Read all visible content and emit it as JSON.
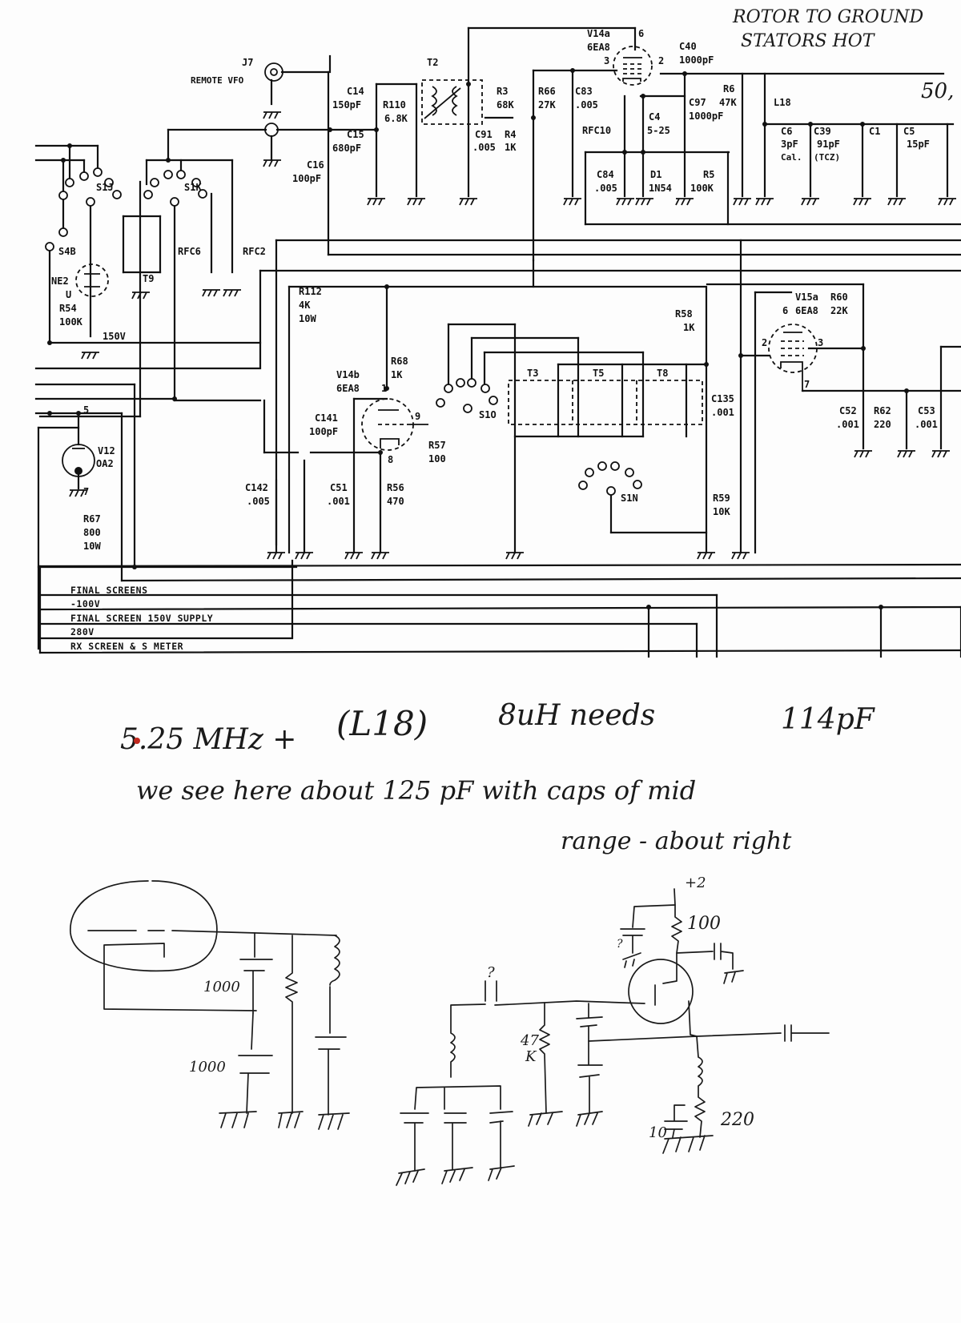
{
  "document": {
    "type": "scanned schematic with handwritten notes",
    "handwritten_top_note": {
      "line1": "ROTOR TO GROUND",
      "line2": "STATORS HOT"
    },
    "handwritten_corner": "50,",
    "notes": {
      "line1_a": "5.25 MHz +",
      "line1_b": "(L18)",
      "line1_c": "8uH needs",
      "line1_d": "114pF",
      "line2": "we see here about 125 pF with caps of mid",
      "line3": "range - about right"
    },
    "accent_dot_color": "#c0281e"
  },
  "schematic": {
    "connector": {
      "ref": "J7",
      "name": "REMOTE VFO"
    },
    "switches": [
      "S1J",
      "S1K",
      "S4B",
      "S1O",
      "S1N"
    ],
    "tubes": [
      {
        "ref": "V14a",
        "type": "6EA8",
        "pins": [
          "6",
          "3",
          "2"
        ]
      },
      {
        "ref": "V14b",
        "type": "6EA8",
        "pins": [
          "1",
          "9",
          "8"
        ]
      },
      {
        "ref": "V15a",
        "type": "6EA8",
        "pins": [
          "6",
          "2",
          "3",
          "7"
        ]
      },
      {
        "ref": "V12",
        "type": "OA2",
        "pins": [
          "5",
          "7"
        ]
      },
      {
        "ref": "NE2",
        "type": "U"
      }
    ],
    "transformers": [
      "T2",
      "T3",
      "T5",
      "T8",
      "T9"
    ],
    "inductors": [
      {
        "ref": "RFC6"
      },
      {
        "ref": "RFC2"
      },
      {
        "ref": "RFC10"
      },
      {
        "ref": "L18"
      }
    ],
    "diodes": [
      {
        "ref": "D1",
        "value": "1N54"
      }
    ],
    "capacitors": [
      {
        "ref": "C14",
        "value": "150pF"
      },
      {
        "ref": "C15",
        "value": "680pF"
      },
      {
        "ref": "C16",
        "value": "100pF"
      },
      {
        "ref": "C91",
        "value": ".005"
      },
      {
        "ref": "C83",
        "value": ".005"
      },
      {
        "ref": "C40",
        "value": "1000pF"
      },
      {
        "ref": "C97",
        "value": "1000pF"
      },
      {
        "ref": "C4",
        "value": "5-25"
      },
      {
        "ref": "C84",
        "value": ".005"
      },
      {
        "ref": "C6",
        "value": "3pF",
        "note": "Cal."
      },
      {
        "ref": "C39",
        "value": "91pF",
        "note": "(TCZ)"
      },
      {
        "ref": "C1",
        "value": ""
      },
      {
        "ref": "C5",
        "value": "15pF"
      },
      {
        "ref": "C141",
        "value": "100pF"
      },
      {
        "ref": "C142",
        "value": ".005"
      },
      {
        "ref": "C51",
        "value": ".001"
      },
      {
        "ref": "C135",
        "value": ".001"
      },
      {
        "ref": "C52",
        "value": ".001"
      },
      {
        "ref": "C53",
        "value": ".001"
      }
    ],
    "resistors": [
      {
        "ref": "R110",
        "value": "6.8K"
      },
      {
        "ref": "R3",
        "value": "68K"
      },
      {
        "ref": "R4",
        "value": "1K"
      },
      {
        "ref": "R66",
        "value": "27K"
      },
      {
        "ref": "R6",
        "value": "47K"
      },
      {
        "ref": "R5",
        "value": "100K"
      },
      {
        "ref": "R54",
        "value": "100K"
      },
      {
        "ref": "R112",
        "value": "4K",
        "rating": "10W"
      },
      {
        "ref": "R68",
        "value": "1K"
      },
      {
        "ref": "R57",
        "value": "100"
      },
      {
        "ref": "R56",
        "value": "470"
      },
      {
        "ref": "R58",
        "value": "1K"
      },
      {
        "ref": "R59",
        "value": "10K"
      },
      {
        "ref": "R60",
        "value": "22K"
      },
      {
        "ref": "R62",
        "value": "220"
      },
      {
        "ref": "R67",
        "value": "800",
        "rating": "10W"
      }
    ],
    "voltage_label": "150V",
    "bus_lines": [
      "FINAL SCREENS",
      "-100V",
      "FINAL SCREEN 150V SUPPLY",
      "280V",
      "RX SCREEN & S METER"
    ]
  },
  "sketch_left": {
    "cap_top": "1000",
    "cap_bottom": "1000"
  },
  "sketch_right": {
    "supply": "+2",
    "drain_resistor": "100",
    "gate_cap": "?",
    "gate_resistor_a": "47",
    "gate_resistor_b": "K",
    "bypass_cap": "?",
    "source_cap": "10",
    "source_resistor": "220"
  }
}
